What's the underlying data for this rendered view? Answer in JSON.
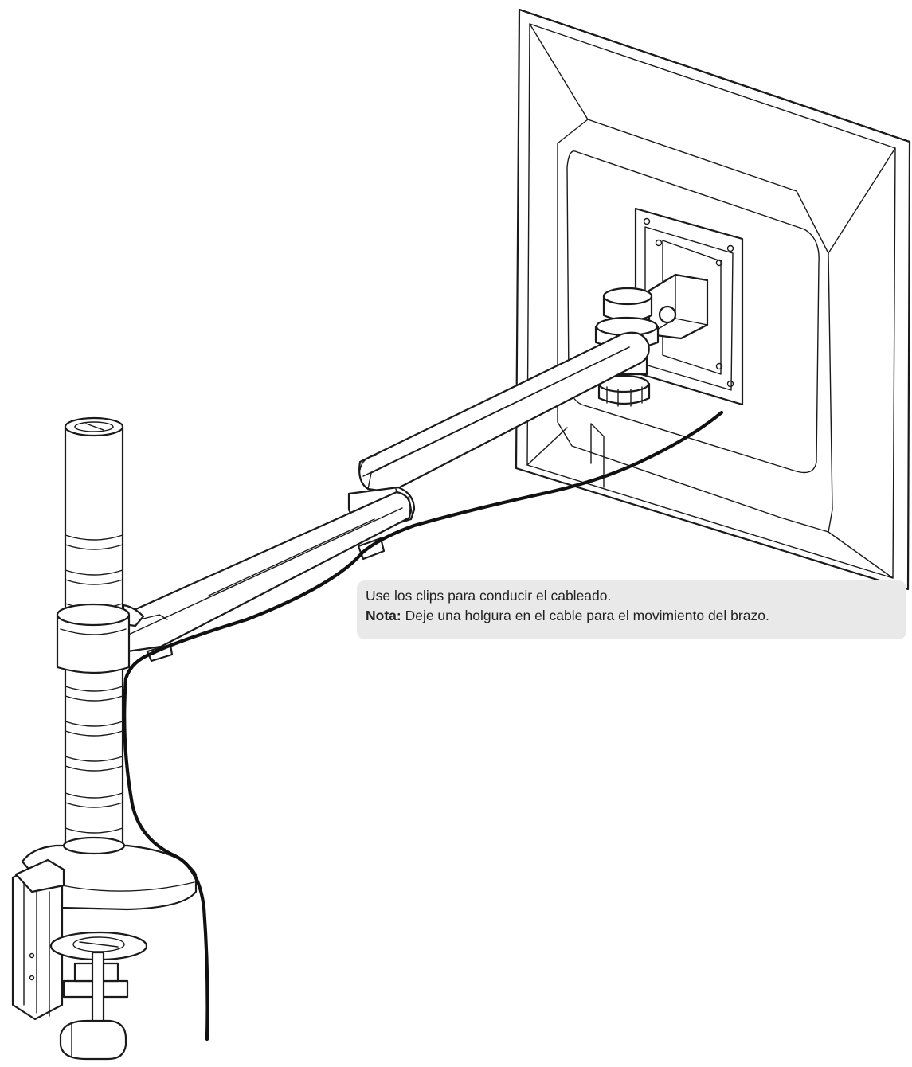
{
  "note": {
    "line1": "Use los clips para conducir el cableado.",
    "line2_label": "Nota:",
    "line2_text": " Deje una holgura en el cable para el movimiento del brazo."
  },
  "colors": {
    "line": "#1a1a1a",
    "note_background": "#e9e9e9",
    "note_text": "#222222"
  }
}
